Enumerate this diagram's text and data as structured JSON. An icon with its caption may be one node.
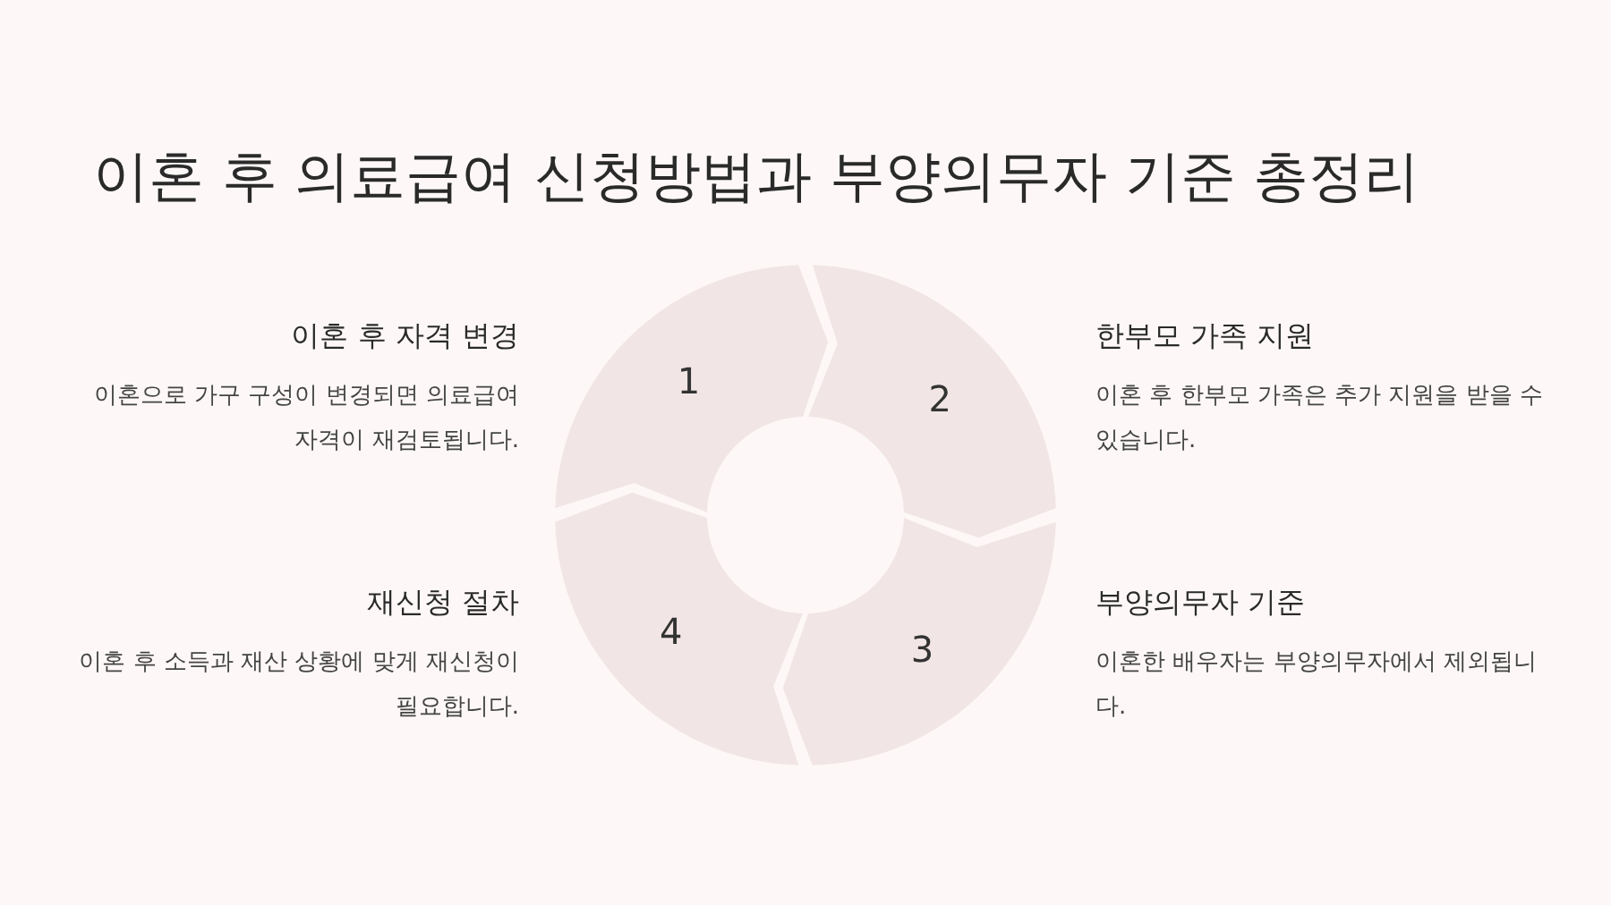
{
  "diagram": {
    "title": "이혼 후 의료급여 신청방법과 부양의무자 기준 총정리",
    "nodes": [
      {
        "text": [
          "1"
        ],
        "beside": [
          "이혼 후 자격 변경",
          "이혼으로 가구 구성이 변경되면 의료급여 자격이 재검토됩니다."
        ]
      },
      {
        "text": [
          "2"
        ],
        "beside": [
          "한부모 가족 지원",
          "이혼 후 한부모 가족은 추가 지원을 받을 수 있습니다."
        ]
      },
      {
        "text": [
          "3"
        ],
        "beside": [
          "부양의무자 기준",
          "이혼한 배우자는 부양의무자에서 제외됩니다."
        ]
      },
      {
        "text": [
          "4"
        ],
        "beside": [
          "재신청 절차",
          "이혼 후 소득과 재산 상황에 맞게 재신청이 필요합니다."
        ]
      }
    ]
  }
}
